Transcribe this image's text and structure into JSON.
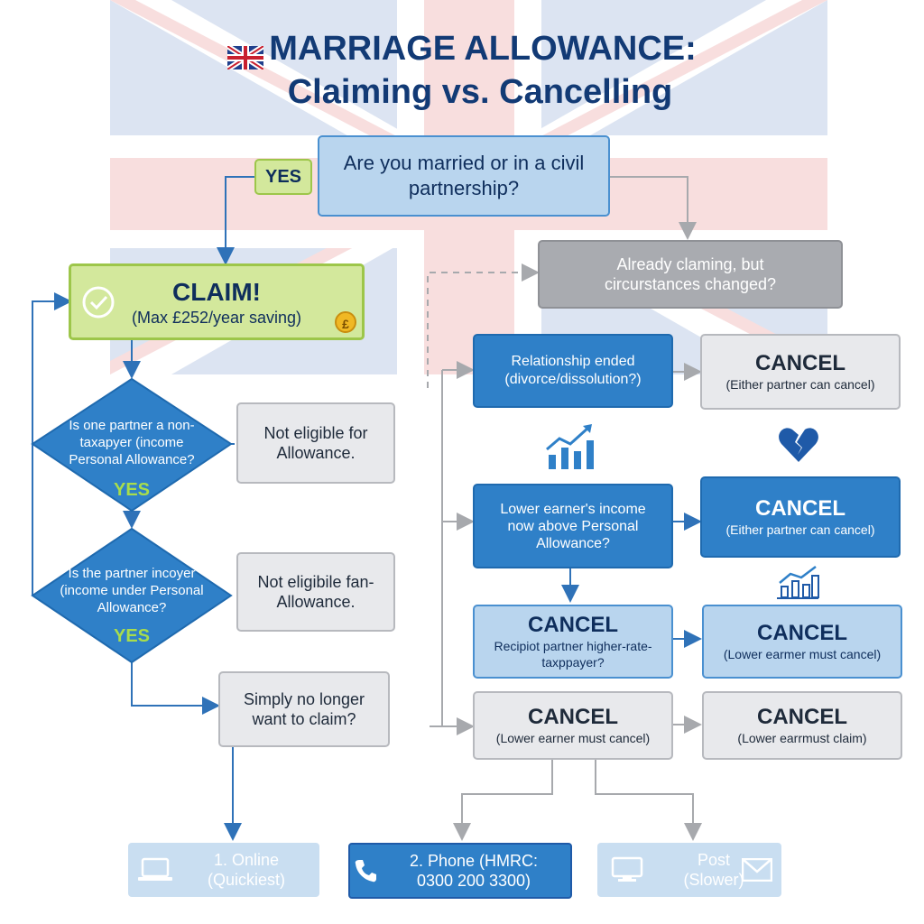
{
  "title": {
    "flag": "🇬🇧",
    "line1": "MARRIAGE ALLOWANCE:",
    "line2": "Claiming vs. Cancelling"
  },
  "colors": {
    "navy": "#123a75",
    "blue": "#2f80c8",
    "pale_blue": "#b9d5ee",
    "green": "#d3e89c",
    "gray": "#e8e9ec",
    "arrow": "#2f72b8",
    "dashed": "#a7a9ad"
  },
  "start": {
    "question": "Are you married or in a civil partnership?",
    "yes_label": "YES"
  },
  "claim": {
    "title": "CLAIM!",
    "subtitle": "(Max £252/year saving)",
    "coin": "£"
  },
  "left_flow": {
    "q1": {
      "text": "Is one partner a non-taxapyer (income Personal Allowance?",
      "yes": "YES"
    },
    "q1_no": "Not eligible for Allowance.",
    "q2": {
      "text": "Is the partner incoyer (income under Personal Allowance?",
      "yes": "YES"
    },
    "q2_no": "Not eligibile fan-Allowance.",
    "no_longer": "Simply no longer want to claim?"
  },
  "right_flow": {
    "already": "Already claming, but circurstances changed?",
    "rel_ended": "Relationship ended (divorce/dissolution?)",
    "cancel_1": {
      "title": "CANCEL",
      "sub": "(Either partner can cancel)"
    },
    "lower_income": "Lower earner's income now above Personal Allowance?",
    "cancel_2": {
      "title": "CANCEL",
      "sub": "(Either partner can cancel)"
    },
    "cancel_3": {
      "title": "CANCEL",
      "sub": "Recipiot partner higher-rate-taxppayer?"
    },
    "cancel_4": {
      "title": "CANCEL",
      "sub": "(Lower earmer must cancel)"
    },
    "cancel_5": {
      "title": "CANCEL",
      "sub": "(Lower earner must cancel)"
    },
    "cancel_6": {
      "title": "CANCEL",
      "sub": "(Lower earrmust claim)"
    }
  },
  "methods": {
    "online": {
      "label": "1. Online (Quickiest)",
      "icon": "laptop-icon"
    },
    "phone": {
      "label": "2. Phone (HMRC: 0300 200 3300)",
      "icon": "phone-icon"
    },
    "post": {
      "label": "Post (Slower)",
      "icon": "envelope-icon"
    }
  }
}
